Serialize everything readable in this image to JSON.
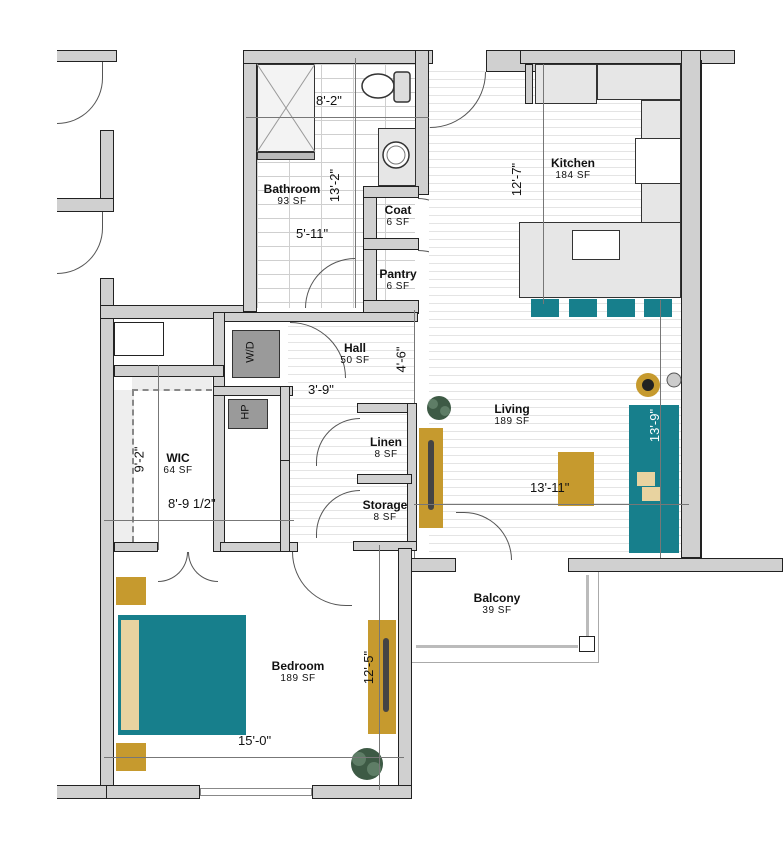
{
  "floorplan": {
    "colors": {
      "wall": "#d0d0d0",
      "wall_outline": "#222222",
      "accent_teal": "#177f8c",
      "accent_gold": "#c69a2e",
      "counter": "#e6e6e6",
      "appliance": "#9a9a9a",
      "pillow": "#e8d3a0",
      "plant": "#3d5a45"
    },
    "rooms": [
      {
        "id": "bathroom",
        "name": "Bathroom",
        "area": "93 SF",
        "dims": [
          "8'-2\"",
          "13'-2\"",
          "5'-11\""
        ]
      },
      {
        "id": "coat",
        "name": "Coat",
        "area": "6 SF"
      },
      {
        "id": "pantry",
        "name": "Pantry",
        "area": "6 SF"
      },
      {
        "id": "kitchen",
        "name": "Kitchen",
        "area": "184 SF",
        "dims": [
          "12'-7\""
        ]
      },
      {
        "id": "hall",
        "name": "Hall",
        "area": "50 SF",
        "dims": [
          "3'-9\"",
          "4'-6\""
        ]
      },
      {
        "id": "living",
        "name": "Living",
        "area": "189 SF",
        "dims": [
          "13'-11\"",
          "13'-9\""
        ]
      },
      {
        "id": "linen",
        "name": "Linen",
        "area": "8 SF"
      },
      {
        "id": "storage",
        "name": "Storage",
        "area": "8 SF"
      },
      {
        "id": "wic",
        "name": "WIC",
        "area": "64 SF",
        "dims": [
          "9'-2\"",
          "8'-9 1/2\""
        ]
      },
      {
        "id": "bedroom",
        "name": "Bedroom",
        "area": "189 SF",
        "dims": [
          "15'-0\"",
          "12'-5\""
        ]
      },
      {
        "id": "balcony",
        "name": "Balcony",
        "area": "39 SF"
      }
    ],
    "appliances": {
      "washer_dryer": "W/D",
      "heat_pump": "HP"
    }
  }
}
